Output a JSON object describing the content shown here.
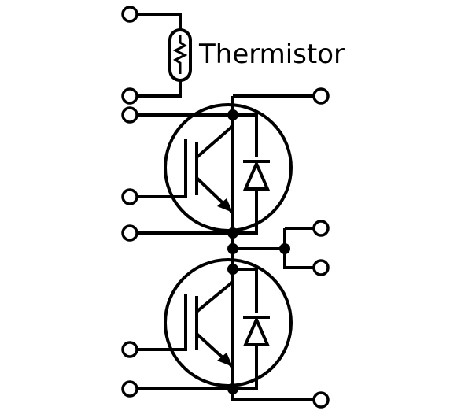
{
  "thermistor": {
    "label": "Thermistor"
  },
  "colors": {
    "line": "#000000",
    "background": "#ffffff"
  },
  "icons": {
    "terminal": "open-circle-terminal",
    "junction": "filled-dot-junction",
    "igbt": "igbt-symbol",
    "diode": "freewheeling-diode-symbol",
    "thermistor": "thermistor-symbol"
  }
}
